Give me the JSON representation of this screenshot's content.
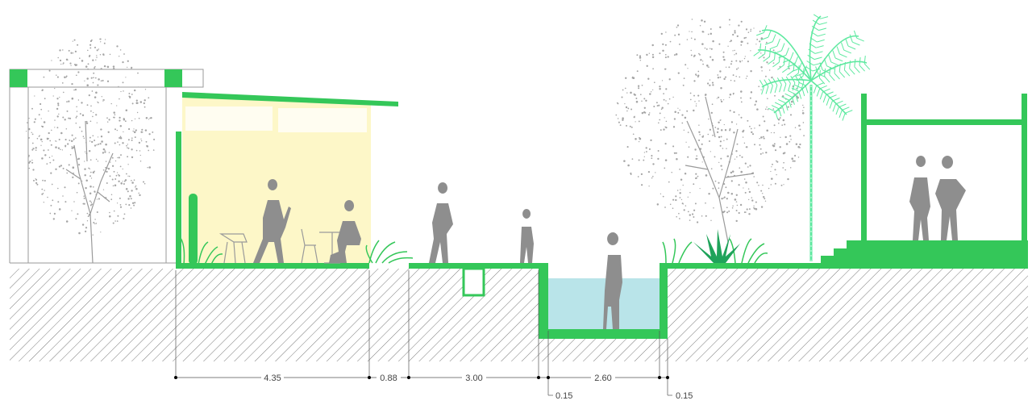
{
  "colors": {
    "structure_green": "#34c759",
    "palm_green": "#5ee9a0",
    "pool_water": "#b9e4e9",
    "interior_glow": "#fdf7c8",
    "people_grey": "#8e8e8e",
    "tree_grey": "#9a9a9a",
    "dimension_line": "#555555",
    "hatch": "#777777"
  },
  "icons": [
    "person-silhouette",
    "tree-icon",
    "palm-icon",
    "cactus-icon",
    "agave-icon",
    "chair-icon",
    "table-icon"
  ],
  "dimensions": {
    "seg_1": "4.35",
    "seg_2": "0.88",
    "seg_3": "3.00",
    "seg_4": "2.60",
    "wall_left": "0.15",
    "wall_right": "0.15"
  }
}
